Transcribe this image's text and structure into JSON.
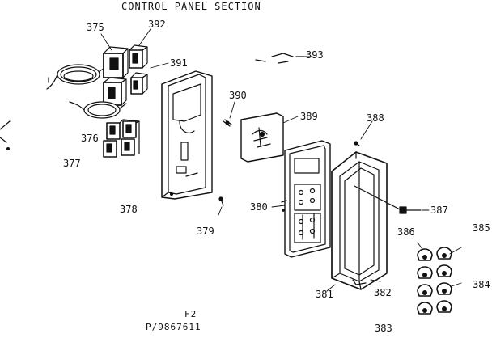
{
  "title": "CONTROL PANEL SECTION",
  "labels": {
    "p375": "375",
    "p392": "392",
    "p391": "391",
    "p393": "393",
    "p390": "390",
    "p389": "389",
    "p388": "388",
    "p376": "376",
    "p377": "377",
    "p378": "378",
    "p379": "379",
    "p380": "380",
    "p387": "387",
    "p386": "386",
    "p385": "385",
    "p384": "384",
    "p381": "381",
    "p382": "382",
    "p383": "383"
  },
  "footer": {
    "line1": "F2",
    "line2": "P/9867611"
  }
}
